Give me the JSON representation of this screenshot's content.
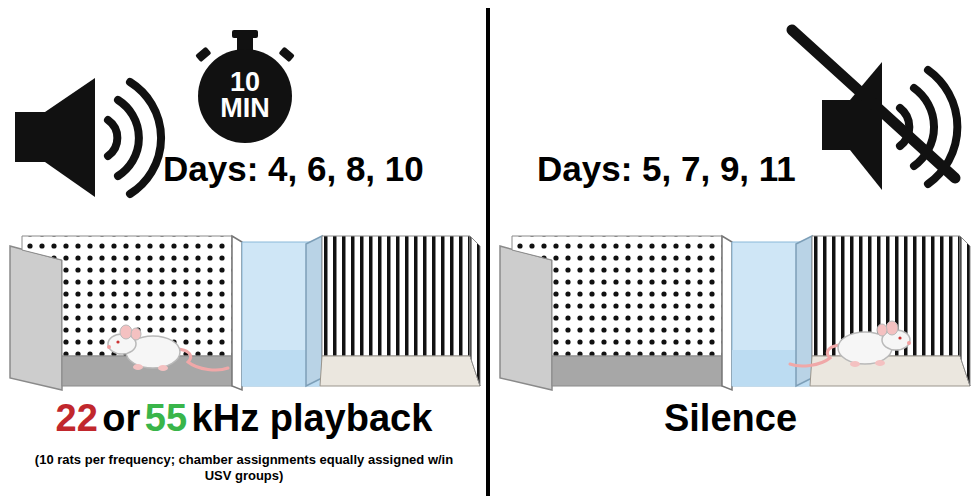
{
  "diagram": {
    "nodes": [
      {
        "text": [
          "10 MIN"
        ]
      }
    ],
    "labels": [
      "Days: 4, 6, 8, 10",
      "22",
      "or",
      "55",
      "kHz playback",
      "(10 rats per frequency; chamber assignments equally assigned w/in USV groups)",
      "Days: 5, 7, 9, 11",
      "Silence"
    ]
  }
}
